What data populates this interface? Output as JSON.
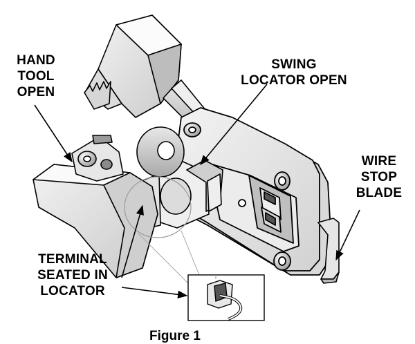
{
  "labels": {
    "hand_tool": [
      "HAND",
      "TOOL",
      "OPEN"
    ],
    "swing_locator": [
      "SWING",
      "LOCATOR OPEN"
    ],
    "wire_stop": [
      "WIRE",
      "STOP",
      "BLADE"
    ],
    "terminal": [
      "TERMINAL",
      "SEATED IN",
      "LOCATOR"
    ]
  },
  "caption": "Figure 1"
}
